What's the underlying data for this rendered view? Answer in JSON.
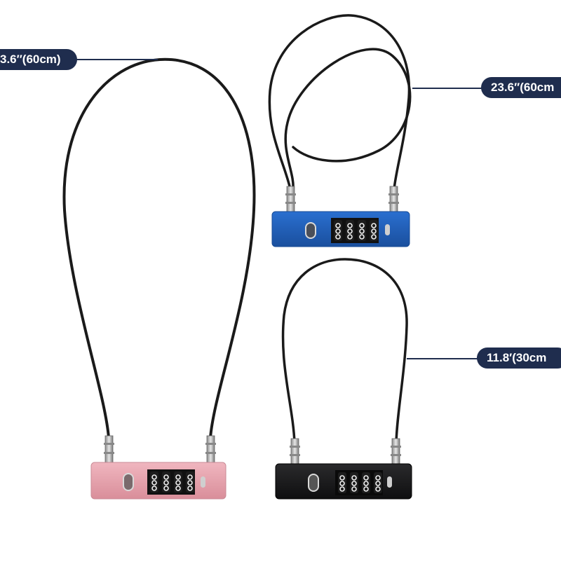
{
  "labels": {
    "left_length": "3.6′′(60cm)",
    "top_right_length": "23.6′′(60cm",
    "bottom_right_length": "11.8′(30cm"
  },
  "locks": [
    {
      "name": "pink-lock",
      "color": "#e8a1ac",
      "cable": "long-open-loop"
    },
    {
      "name": "blue-lock",
      "color": "#1f5fbd",
      "cable": "long-coiled-loop"
    },
    {
      "name": "black-lock",
      "color": "#1b1b1d",
      "cable": "short-loop"
    }
  ],
  "colors": {
    "label_bg": "#1f2d4e",
    "cable": "#1a1a1a",
    "background": "#ffffff"
  }
}
